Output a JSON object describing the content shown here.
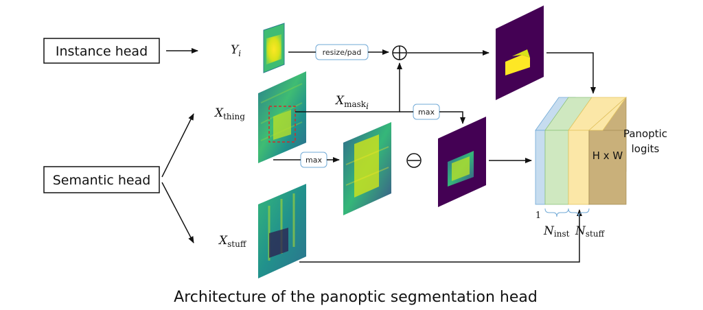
{
  "heads": {
    "instance": "Instance head",
    "semantic": "Semantic head"
  },
  "tensors": {
    "y": "Y",
    "y_sub": "i",
    "x": "X",
    "thing_sub": "thing",
    "mask_sub": "mask",
    "mask_subsub": "i",
    "stuff_sub": "stuff"
  },
  "ops": {
    "resize_pad": "resize/pad",
    "max_top": "max",
    "max_mid": "max",
    "plus_symbol": "⊕",
    "minus_symbol": "⊖"
  },
  "output": {
    "dims": "H x W",
    "label_line1": "Panoptic",
    "label_line2": "logits",
    "one": "1",
    "n": "N",
    "inst_sub": "inst",
    "stuff_sub": "stuff"
  },
  "caption": "Architecture of the panoptic segmentation head",
  "colors": {
    "viridis_dark": "#440154",
    "viridis_teal": "#21918c",
    "viridis_yellow": "#fde725",
    "slab_blue": "#c6dcef",
    "slab_green": "#cfe8c0",
    "slab_yellow": "#fbe7a7",
    "slab_brown": "#c9b07a",
    "op_border": "#6fa8d6",
    "crop_box": "#d62728"
  }
}
